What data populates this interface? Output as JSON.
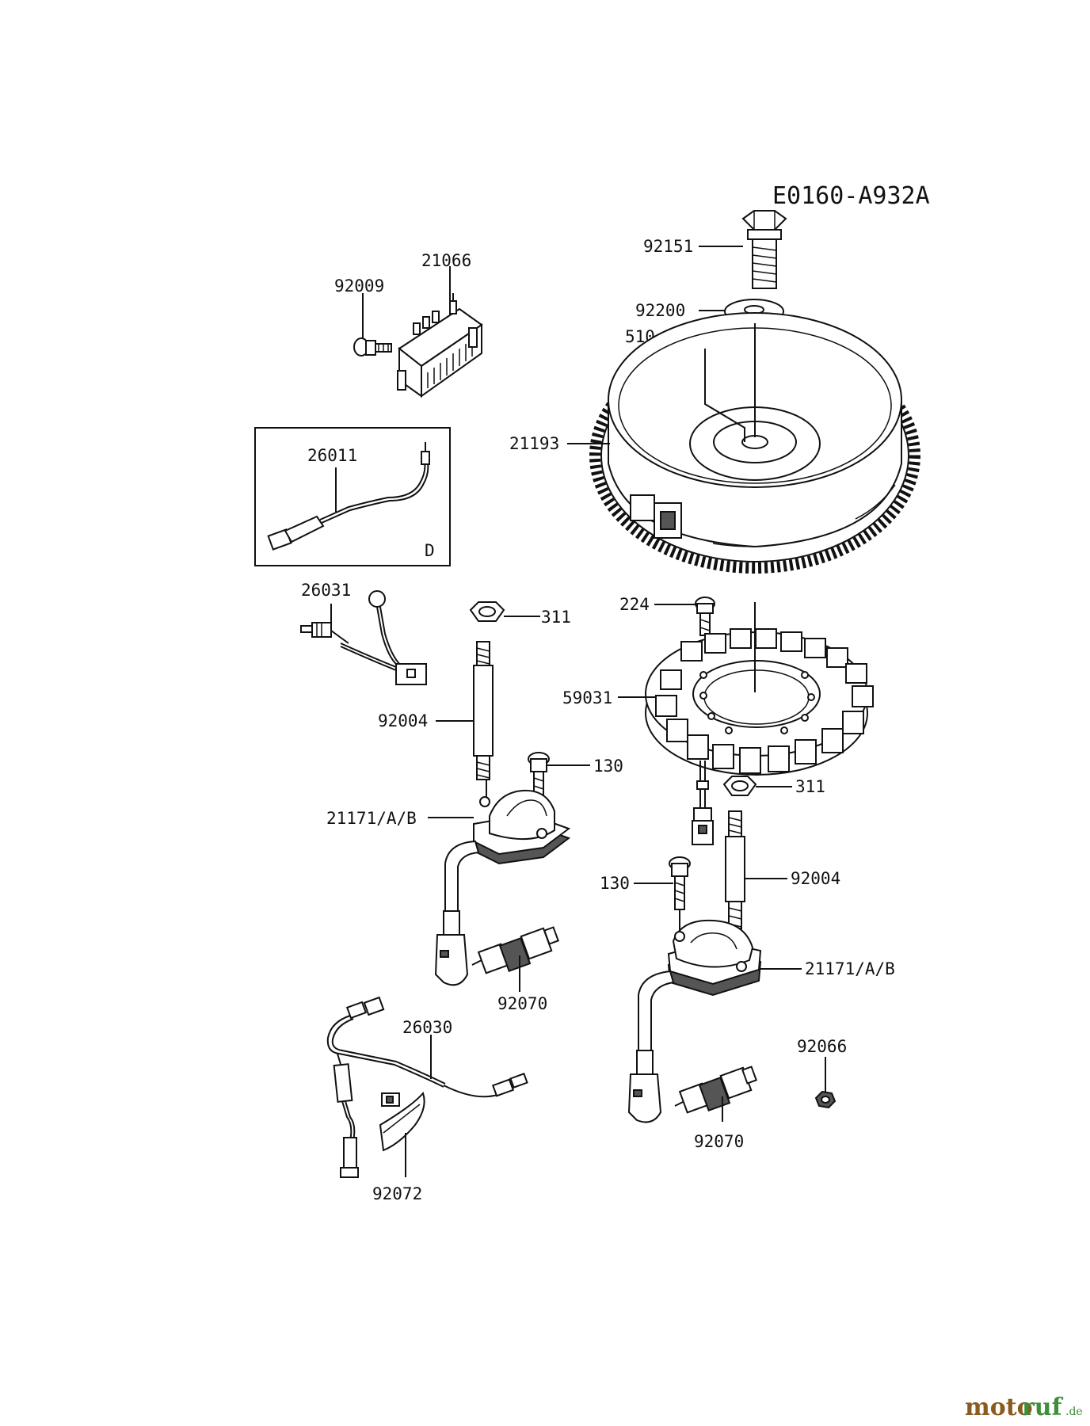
{
  "diagram_code": "E0160-A932A",
  "parts": {
    "p92151": "92151",
    "p92200": "92200",
    "p510": "510",
    "p21066": "21066",
    "p92009": "92009",
    "p21193": "21193",
    "p26011": "26011",
    "inset_tag": "D",
    "p26031": "26031",
    "p311_left": "311",
    "p224": "224",
    "p59031": "59031",
    "p92004_left": "92004",
    "p130_left": "130",
    "p311_right": "311",
    "p21171_left": "21171/A/B",
    "p130_right": "130",
    "p92004_right": "92004",
    "p92070_left": "92070",
    "p21171_right": "21171/A/B",
    "p26030": "26030",
    "p92066": "92066",
    "p92070_right": "92070",
    "p92072": "92072"
  },
  "watermark": {
    "part1": "moto",
    "part2": "ruf",
    "suffix": ".de"
  }
}
